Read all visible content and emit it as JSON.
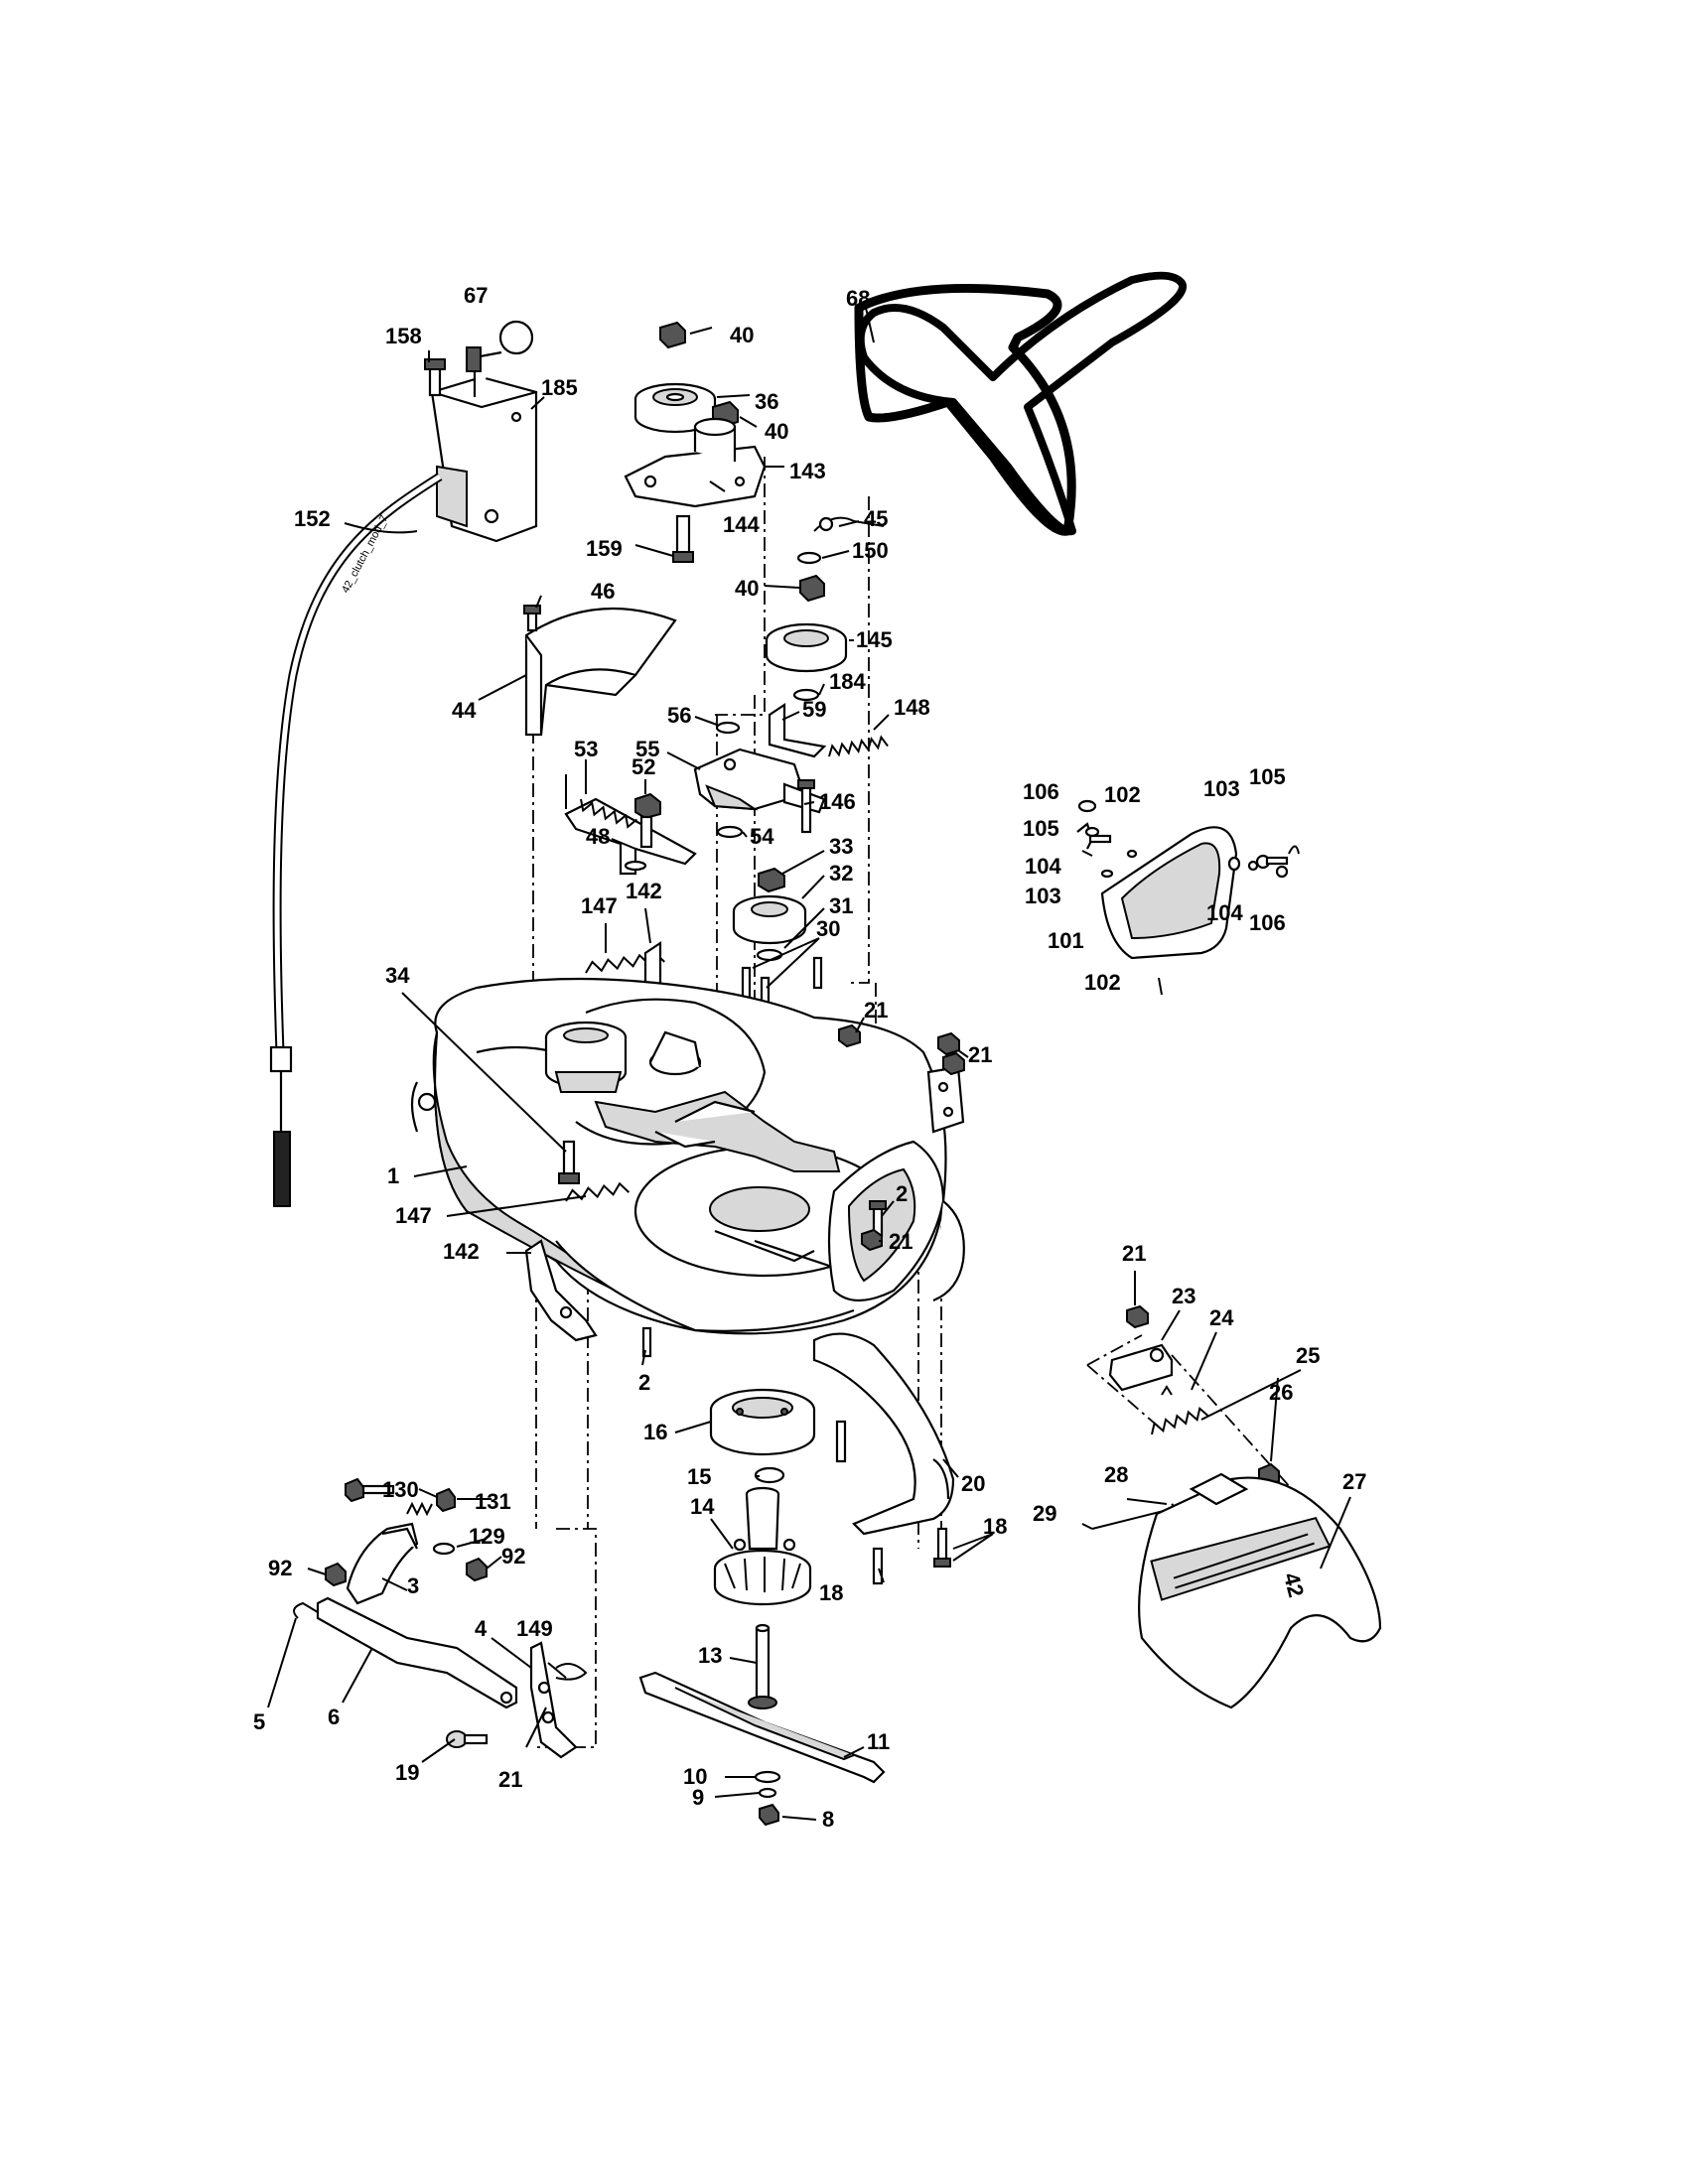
{
  "diagram": {
    "cable_marking": "42_clutch_mod_7",
    "deck_emblem": "42",
    "callouts": [
      {
        "id": "67",
        "text": "67"
      },
      {
        "id": "158",
        "text": "158"
      },
      {
        "id": "185",
        "text": "185"
      },
      {
        "id": "152",
        "text": "152"
      },
      {
        "id": "40a",
        "text": "40"
      },
      {
        "id": "36",
        "text": "36"
      },
      {
        "id": "40b",
        "text": "40"
      },
      {
        "id": "143",
        "text": "143"
      },
      {
        "id": "144",
        "text": "144"
      },
      {
        "id": "159",
        "text": "159"
      },
      {
        "id": "68",
        "text": "68"
      },
      {
        "id": "45",
        "text": "45"
      },
      {
        "id": "150",
        "text": "150"
      },
      {
        "id": "40c",
        "text": "40"
      },
      {
        "id": "46",
        "text": "46"
      },
      {
        "id": "44",
        "text": "44"
      },
      {
        "id": "145",
        "text": "145"
      },
      {
        "id": "184",
        "text": "184"
      },
      {
        "id": "56",
        "text": "56"
      },
      {
        "id": "59",
        "text": "59"
      },
      {
        "id": "148",
        "text": "148"
      },
      {
        "id": "55",
        "text": "55"
      },
      {
        "id": "53",
        "text": "53"
      },
      {
        "id": "52",
        "text": "52"
      },
      {
        "id": "146",
        "text": "146"
      },
      {
        "id": "48",
        "text": "48"
      },
      {
        "id": "54",
        "text": "54"
      },
      {
        "id": "33",
        "text": "33"
      },
      {
        "id": "32",
        "text": "32"
      },
      {
        "id": "31",
        "text": "31"
      },
      {
        "id": "147a",
        "text": "147"
      },
      {
        "id": "142a",
        "text": "142"
      },
      {
        "id": "30",
        "text": "30"
      },
      {
        "id": "106a",
        "text": "106"
      },
      {
        "id": "102a",
        "text": "102"
      },
      {
        "id": "103a",
        "text": "103"
      },
      {
        "id": "105a",
        "text": "105"
      },
      {
        "id": "105b",
        "text": "105"
      },
      {
        "id": "104a",
        "text": "104"
      },
      {
        "id": "103b",
        "text": "103"
      },
      {
        "id": "104b",
        "text": "104"
      },
      {
        "id": "106b",
        "text": "106"
      },
      {
        "id": "101",
        "text": "101"
      },
      {
        "id": "102b",
        "text": "102"
      },
      {
        "id": "34",
        "text": "34"
      },
      {
        "id": "21a",
        "text": "21"
      },
      {
        "id": "21b",
        "text": "21"
      },
      {
        "id": "1",
        "text": "1"
      },
      {
        "id": "147b",
        "text": "147"
      },
      {
        "id": "2a",
        "text": "2"
      },
      {
        "id": "21c",
        "text": "21"
      },
      {
        "id": "142b",
        "text": "142"
      },
      {
        "id": "2b",
        "text": "2"
      },
      {
        "id": "21d",
        "text": "21"
      },
      {
        "id": "23",
        "text": "23"
      },
      {
        "id": "24",
        "text": "24"
      },
      {
        "id": "25",
        "text": "25"
      },
      {
        "id": "26",
        "text": "26"
      },
      {
        "id": "16",
        "text": "16"
      },
      {
        "id": "15",
        "text": "15"
      },
      {
        "id": "20",
        "text": "20"
      },
      {
        "id": "28",
        "text": "28"
      },
      {
        "id": "27",
        "text": "27"
      },
      {
        "id": "29",
        "text": "29"
      },
      {
        "id": "130",
        "text": "130"
      },
      {
        "id": "131",
        "text": "131"
      },
      {
        "id": "14",
        "text": "14"
      },
      {
        "id": "18a",
        "text": "18"
      },
      {
        "id": "129",
        "text": "129"
      },
      {
        "id": "92a",
        "text": "92"
      },
      {
        "id": "92b",
        "text": "92"
      },
      {
        "id": "3",
        "text": "3"
      },
      {
        "id": "18b",
        "text": "18"
      },
      {
        "id": "4",
        "text": "4"
      },
      {
        "id": "149",
        "text": "149"
      },
      {
        "id": "13",
        "text": "13"
      },
      {
        "id": "5",
        "text": "5"
      },
      {
        "id": "6",
        "text": "6"
      },
      {
        "id": "11",
        "text": "11"
      },
      {
        "id": "19",
        "text": "19"
      },
      {
        "id": "21e",
        "text": "21"
      },
      {
        "id": "10",
        "text": "10"
      },
      {
        "id": "9",
        "text": "9"
      },
      {
        "id": "8",
        "text": "8"
      }
    ]
  }
}
